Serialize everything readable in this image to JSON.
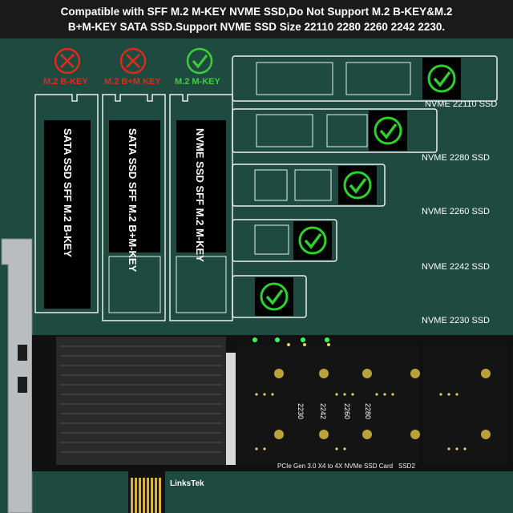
{
  "banner": {
    "line1": "Compatible with SFF M.2 M-KEY NVME SSD,Do Not Support M.2 B-KEY&M.2",
    "line2": "B+M-KEY SATA SSD.Support NVME SSD Size 22110 2280 2260 2242 2230."
  },
  "keys": [
    {
      "label": "M.2 B-KEY",
      "status": "unsupported",
      "color": "#e02a1a",
      "card_text": "SATA SSD  SFF M.2 B-KEY"
    },
    {
      "label": "M.2 B+M KEY",
      "status": "unsupported",
      "color": "#e02a1a",
      "card_text": "SATA SSD  SFF M.2 B+M-KEY"
    },
    {
      "label": "M.2 M-KEY",
      "status": "supported",
      "color": "#3ad13a",
      "card_text": "NVME SSD  SFF M.2 M-KEY"
    }
  ],
  "sizes": [
    "NVME 22110 SSD",
    "NVME 2280 SSD",
    "NVME 2260 SSD",
    "NVME 2242 SSD",
    "NVME 2230 SSD"
  ],
  "board": {
    "brand": "LinksTek",
    "silkscreen": "PCIe Gen 3.0 X4 to 4X NVMe SSD Card",
    "slot_marks": [
      "2230",
      "2242",
      "2260",
      "2280"
    ],
    "ssd_tag": "SSD2"
  },
  "colors": {
    "check": "#2fd12f",
    "cross": "#e02a1a",
    "background": "#1f4a3f"
  }
}
